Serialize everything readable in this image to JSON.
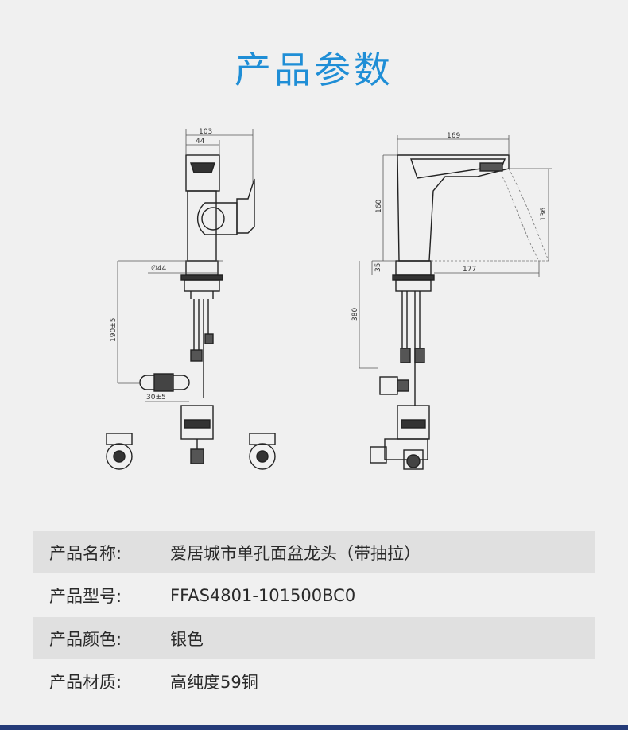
{
  "page": {
    "title": "产品参数"
  },
  "drawing": {
    "front_dims": {
      "top_width": "103",
      "handle_width": "44",
      "body_diameter": "∅44",
      "below_deck": "190±5",
      "connector": "30±5"
    },
    "side_dims": {
      "spout_length": "169",
      "height": "160",
      "outlet_height": "136",
      "base_height": "35",
      "reach": "177",
      "hose": "380"
    }
  },
  "specs": [
    {
      "label": "产品名称:",
      "value": "爱居城市单孔面盆龙头（带抽拉）"
    },
    {
      "label": "产品型号:",
      "value": "FFAS4801-101500BC0"
    },
    {
      "label": "产品颜色:",
      "value": "银色"
    },
    {
      "label": "产品材质:",
      "value": "高纯度59铜"
    }
  ]
}
